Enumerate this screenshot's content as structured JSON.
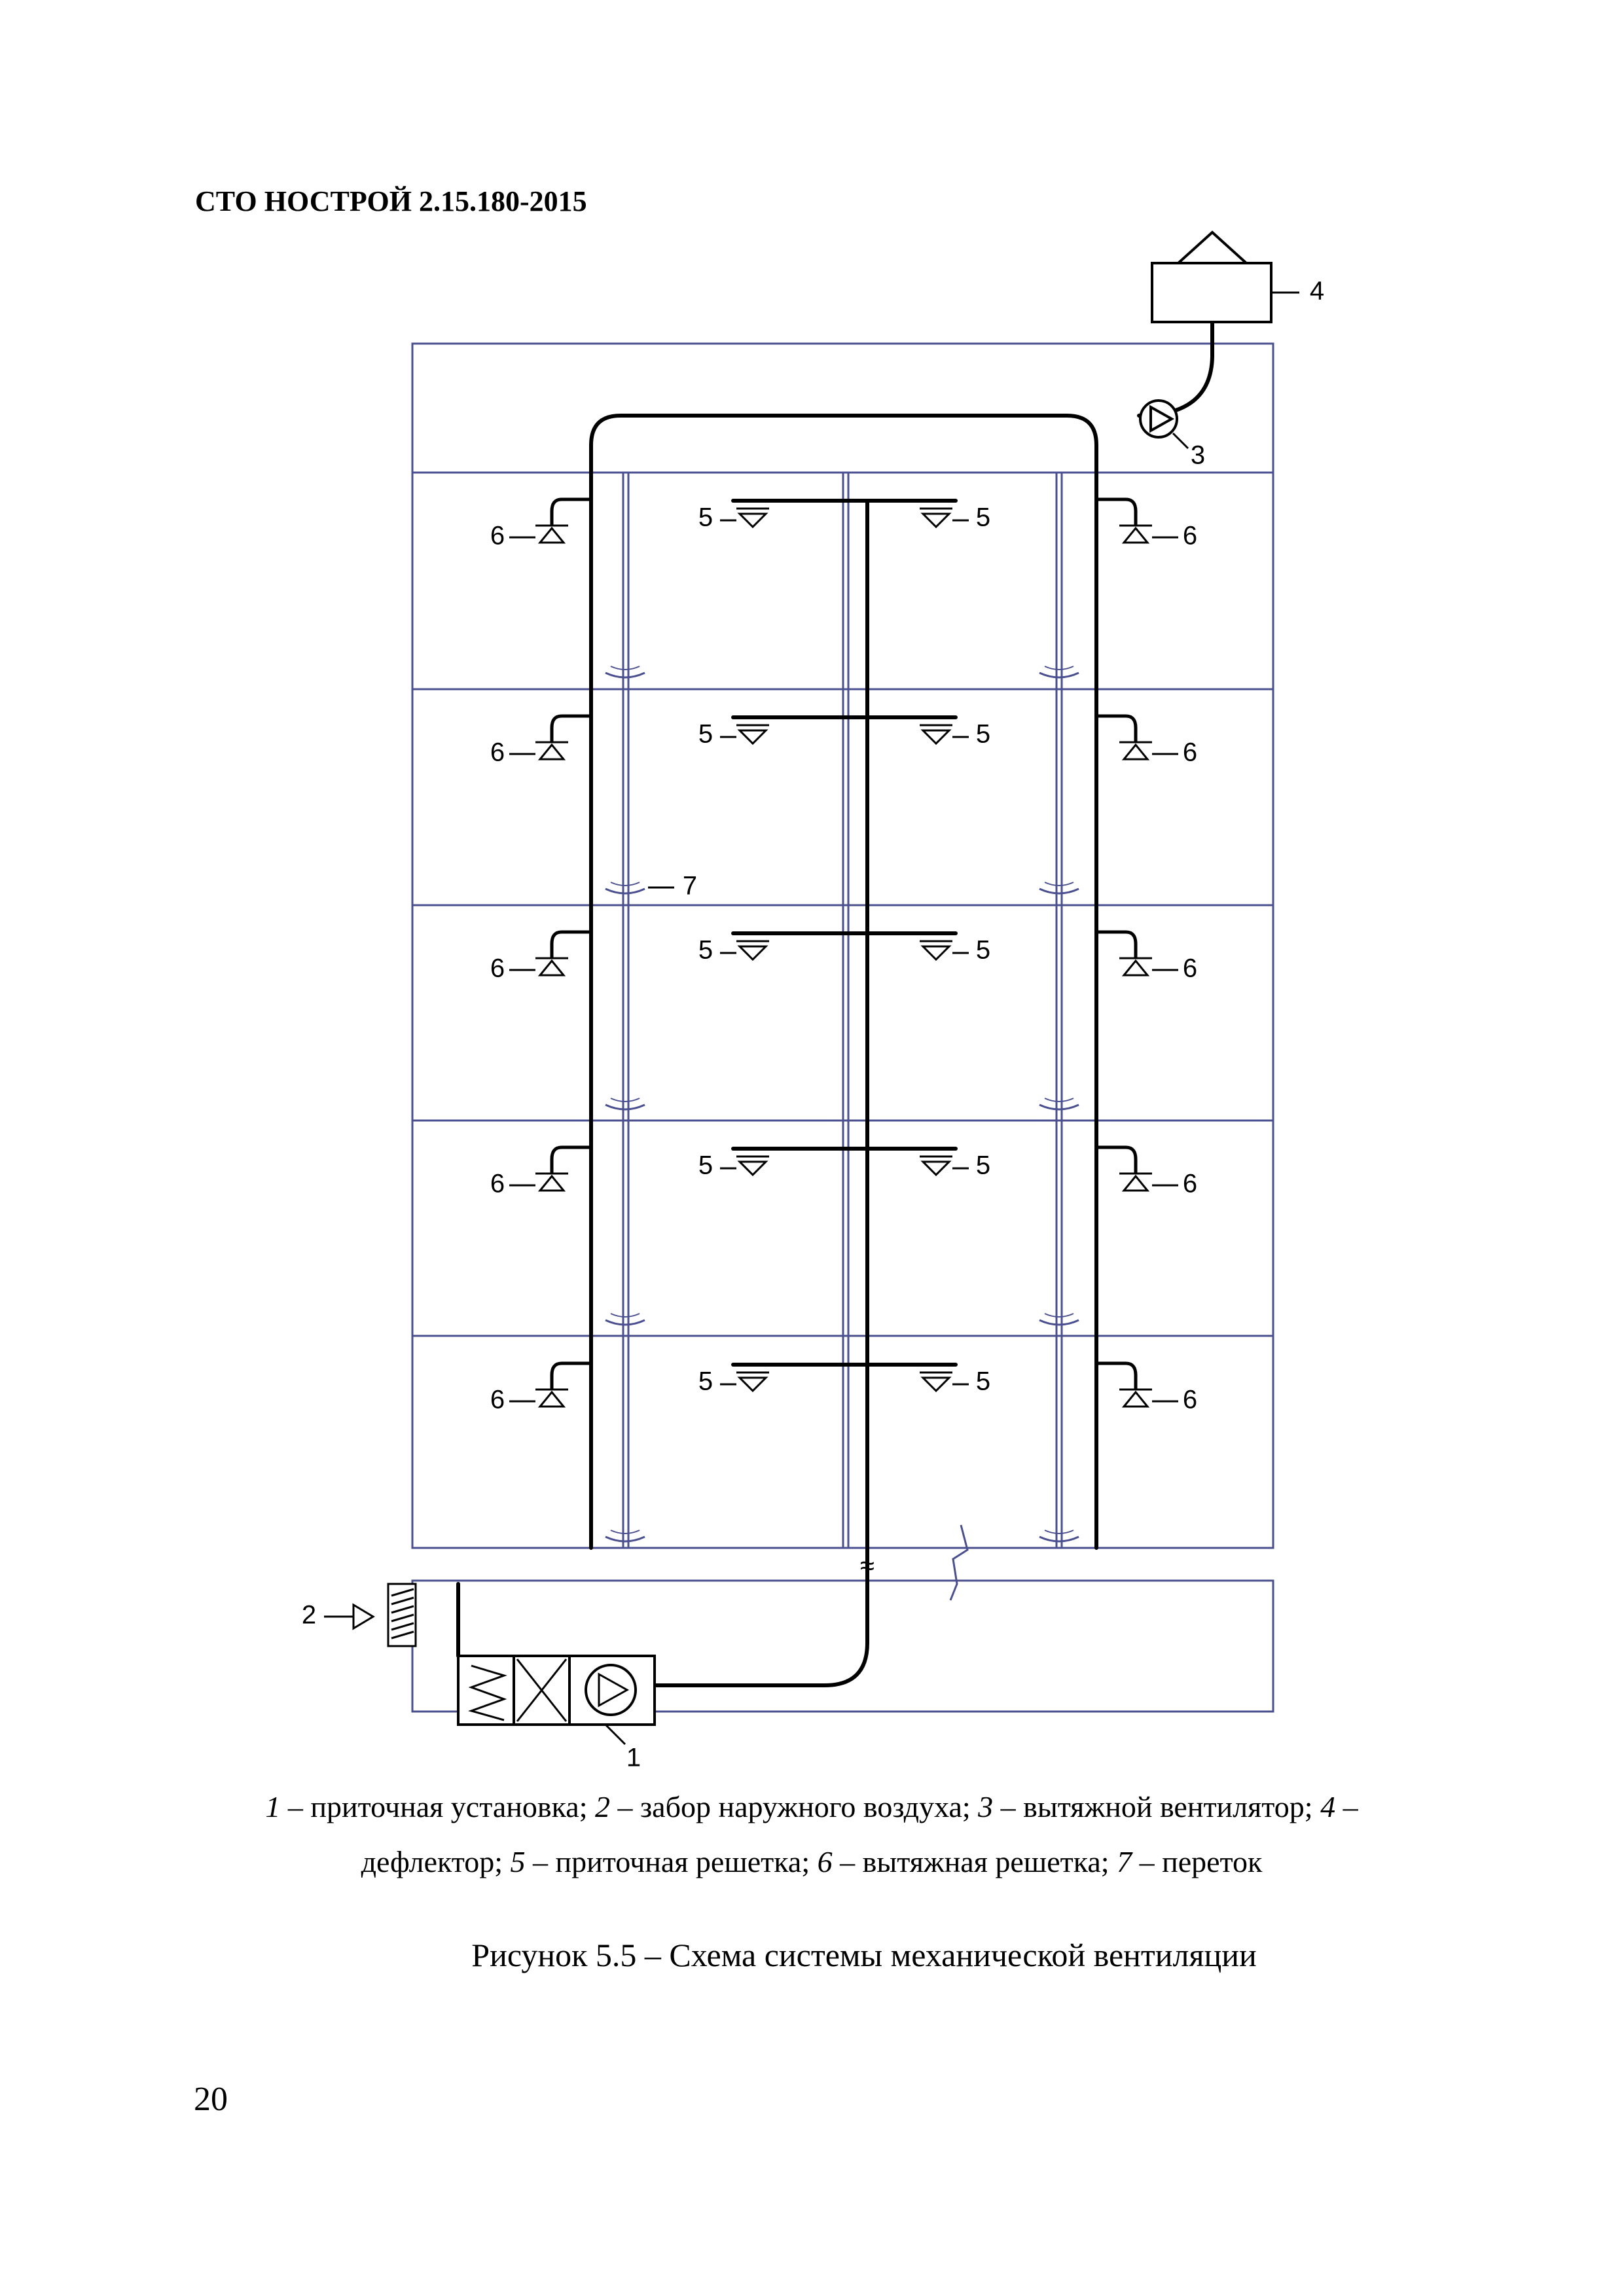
{
  "header": {
    "doc_code": "СТО НОСТРОЙ 2.15.180-2015"
  },
  "diagram": {
    "callouts": {
      "supply_unit": "1",
      "outdoor_air_intake": "2",
      "exhaust_fan": "3",
      "deflector": "4",
      "supply_grille": "5",
      "exhaust_grille": "6",
      "overflow": "7"
    },
    "break_mark": "≈",
    "floor_count": 5
  },
  "legend": {
    "line1": [
      {
        "num": "1",
        "text": " – приточная установка; "
      },
      {
        "num": "2",
        "text": " – забор наружного воздуха; "
      },
      {
        "num": "3",
        "text": " – вытяжной вентилятор; "
      },
      {
        "num": "4",
        "text": " –"
      }
    ],
    "line2": [
      {
        "num": "",
        "text": "дефлектор; "
      },
      {
        "num": "5",
        "text": " – приточная решетка; "
      },
      {
        "num": "6",
        "text": " – вытяжная решетка; "
      },
      {
        "num": "7",
        "text": " – переток"
      }
    ]
  },
  "caption": "Рисунок 5.5 – Схема системы механической вентиляции",
  "page_number": "20",
  "colors": {
    "wall": "#4a4f8f",
    "duct": "#000000"
  }
}
